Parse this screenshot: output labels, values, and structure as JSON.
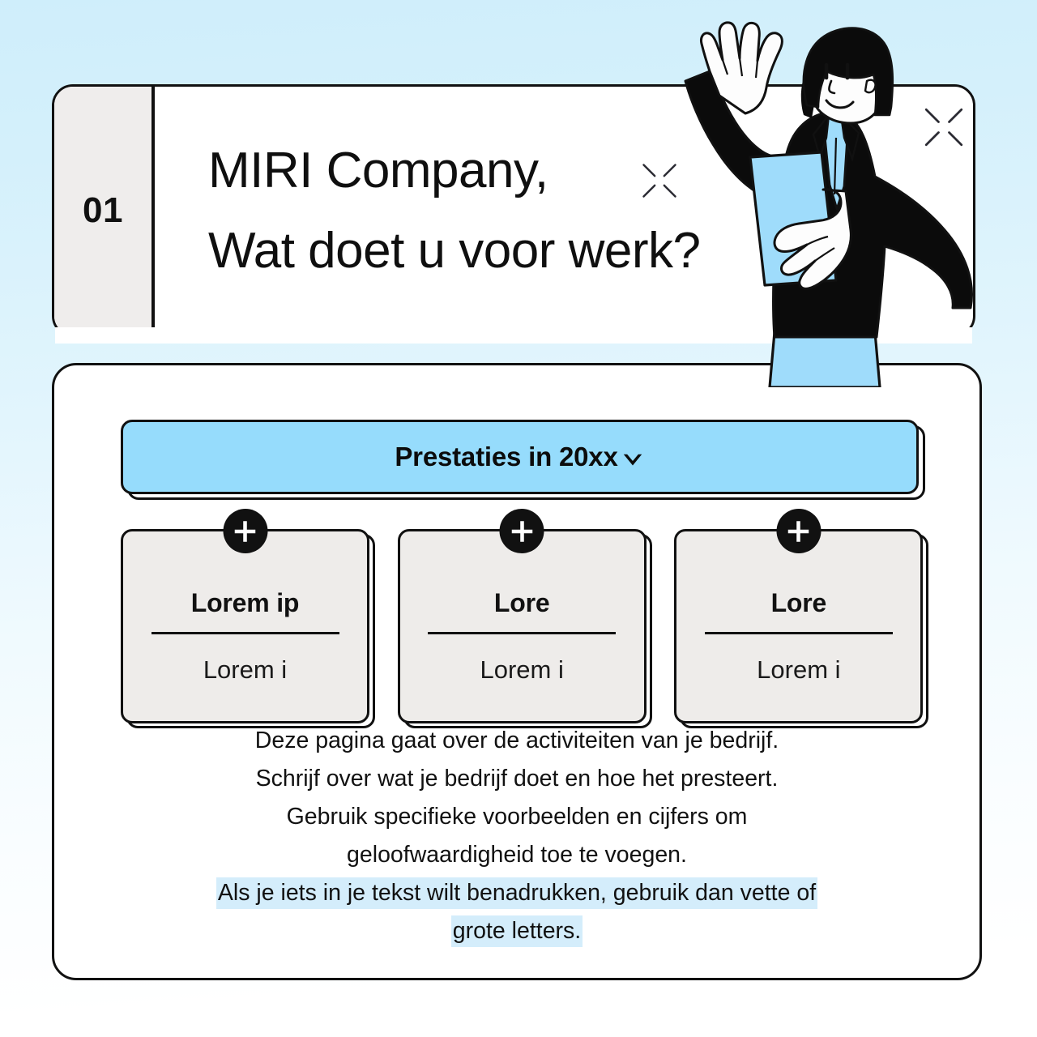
{
  "background": {
    "gradient_top": "#cfeefb",
    "gradient_bottom": "#ffffff"
  },
  "header": {
    "number": "01",
    "title": "MIRI Company,\nWat doet u voor werk?",
    "number_cell_color": "#efedec",
    "panel_color": "#ffffff"
  },
  "illustration": {
    "name": "businesswoman-waving-with-clipboard",
    "accent_color": "#96dcfc",
    "outline_color": "#111111"
  },
  "decorations": {
    "sparkle_small": "sparkle-x-icon",
    "sparkle_large": "sparkle-x-icon"
  },
  "main": {
    "section_bar": {
      "label": "Prestaties in 20xx",
      "icon": "chevron-down-icon",
      "color": "#96dcfc"
    },
    "cards": [
      {
        "icon": "plus-icon",
        "title": "Lorem ip",
        "body": "Lorem i"
      },
      {
        "icon": "plus-icon",
        "title": "Lore",
        "body": "Lorem i"
      },
      {
        "icon": "plus-icon",
        "title": "Lore",
        "body": "Lorem i"
      }
    ],
    "paragraph": {
      "lines": [
        "Deze pagina gaat over de activiteiten van je bedrijf.",
        "Schrijf over wat je bedrijf doet en hoe het presteert.",
        "Gebruik specifieke voorbeelden en cijfers om",
        "geloofwaardigheid toe te voegen."
      ],
      "highlighted_lines": [
        "Als je iets in je tekst wilt benadrukken, gebruik dan vette of",
        "grote letters."
      ],
      "highlight_color": "#d4edfb"
    }
  }
}
